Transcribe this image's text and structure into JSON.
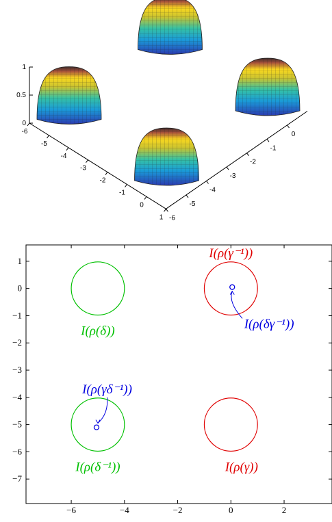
{
  "chart_data": [
    {
      "type": "surface",
      "title": "",
      "z_ticks": [
        "1",
        "0.5",
        "0"
      ],
      "left_axis_ticks": [
        "-6",
        "-5",
        "-4",
        "-3",
        "-2",
        "-1",
        "0",
        "1"
      ],
      "right_axis_ticks": [
        "-6",
        "-5",
        "-4",
        "-3",
        "-2",
        "-1",
        "0"
      ],
      "zlim": [
        0,
        1
      ],
      "colormap": "parula",
      "bumps": [
        {
          "x": 0,
          "y": -5,
          "height": 1,
          "radius": 1
        },
        {
          "x": -5,
          "y": 0,
          "height": 1,
          "radius": 1
        },
        {
          "x": -5,
          "y": -5,
          "height": 1,
          "radius": 1
        },
        {
          "x": 0,
          "y": 0,
          "height": 1,
          "radius": 1
        }
      ]
    },
    {
      "type": "scatter",
      "title": "",
      "xlabel": "",
      "ylabel": "",
      "x_ticks": [
        "−6",
        "−4",
        "−2",
        "0",
        "2"
      ],
      "y_ticks": [
        "1",
        "0",
        "−1",
        "−2",
        "−3",
        "−4",
        "−5",
        "−6",
        "−7"
      ],
      "xlim": [
        -7.7,
        3.8
      ],
      "ylim": [
        -7.9,
        1.6
      ],
      "circles": [
        {
          "cx": -5,
          "cy": 0,
          "r": 1,
          "color": "#00c000",
          "label": "I(ρ(δ))"
        },
        {
          "cx": 0,
          "cy": 0,
          "r": 1,
          "color": "#e00000",
          "label": "I(ρ(γ⁻¹))"
        },
        {
          "cx": -5,
          "cy": -5,
          "r": 1,
          "color": "#00c000",
          "label": "I(ρ(δ⁻¹))"
        },
        {
          "cx": 0,
          "cy": -5,
          "r": 1,
          "color": "#e00000",
          "label": "I(ρ(γ))"
        }
      ],
      "points": [
        {
          "x": 0.05,
          "y": 0.05,
          "color": "#0000e0",
          "label": "I(ρ(δγ⁻¹))"
        },
        {
          "x": -5.05,
          "y": -5.1,
          "color": "#0000e0",
          "label": "I(ρ(γδ⁻¹))"
        }
      ]
    }
  ]
}
